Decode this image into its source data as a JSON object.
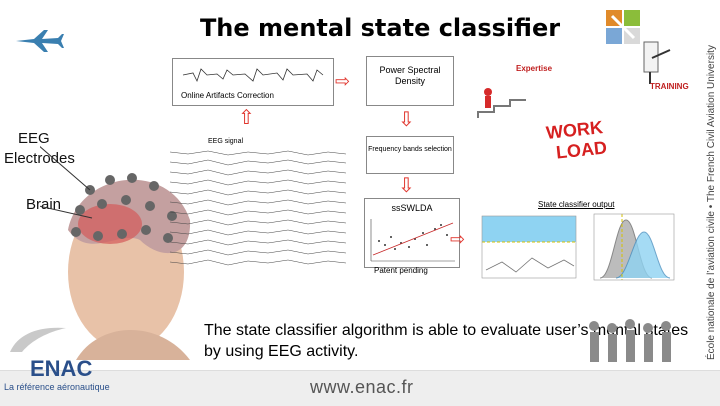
{
  "title": "The mental state classifier",
  "labels": {
    "online_artifacts": "Online Artifacts Correction",
    "power_spectral": "Power Spectral Density",
    "eeg_signal": "EEG signal",
    "frequency_bands": "Frequency bands selection",
    "sswlda": "ssSWLDA",
    "state_output": "State classifier output",
    "patent": "Patent pending",
    "expertise": "Expertise",
    "training": "TRAINING",
    "workload_line1": "WORK",
    "workload_line2": "LOAD"
  },
  "side_labels": {
    "eeg": "EEG",
    "electrodes": "Electrodes",
    "brain": "Brain"
  },
  "description": "The state classifier algorithm is able to evaluate user’s mental states by using EEG activity.",
  "vertical_text": "École nationale de l’aviation civile • The French Civil Aviation University",
  "footer": {
    "url": "www.enac.fr",
    "logo_text": "ENAC",
    "logo_tagline": "La référence aéronautique"
  },
  "colors": {
    "accent_red": "#e0342c",
    "blue_band": "#8fd3f2",
    "yellow_dash": "#d6c200"
  }
}
